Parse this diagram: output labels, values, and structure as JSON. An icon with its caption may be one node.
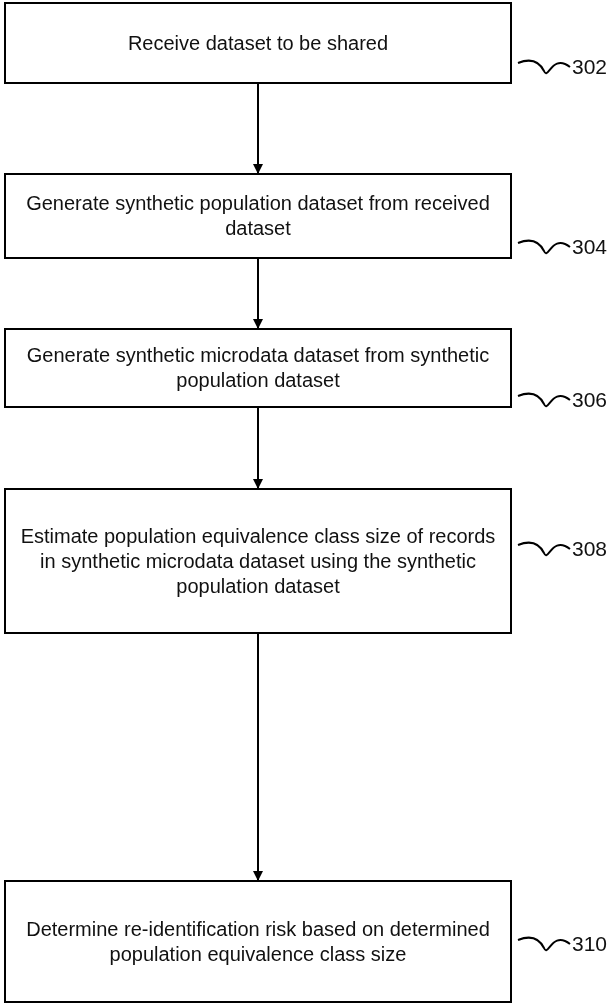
{
  "diagram": {
    "nodes": [
      {
        "text": [
          "Receive dataset to be shared"
        ]
      },
      {
        "text": [
          "Generate synthetic population dataset from received dataset"
        ]
      },
      {
        "text": [
          "Generate synthetic microdata dataset from synthetic population dataset"
        ]
      },
      {
        "text": [
          "Estimate population equivalence class size  of records in synthetic microdata dataset using the synthetic population dataset"
        ]
      },
      {
        "text": [
          "Determine re-identification risk based on determined population equivalence class size"
        ]
      },
      {
        "text": [
          "302"
        ]
      },
      {
        "text": [
          "304"
        ]
      },
      {
        "text": [
          "306"
        ]
      },
      {
        "text": [
          "308"
        ]
      },
      {
        "text": [
          "310"
        ]
      }
    ],
    "edges": [
      {
        "from": 0,
        "to": 1,
        "arrow": "to"
      },
      {
        "from": 1,
        "to": 2,
        "arrow": "to"
      },
      {
        "from": 2,
        "to": 3,
        "arrow": "to"
      },
      {
        "from": 3,
        "to": 4,
        "arrow": "to"
      },
      {
        "from": 5,
        "to": 0,
        "arrow": "none"
      },
      {
        "from": 6,
        "to": 1,
        "arrow": "none"
      },
      {
        "from": 7,
        "to": 2,
        "arrow": "none"
      },
      {
        "from": 8,
        "to": 3,
        "arrow": "none"
      },
      {
        "from": 9,
        "to": 4,
        "arrow": "none"
      }
    ]
  }
}
